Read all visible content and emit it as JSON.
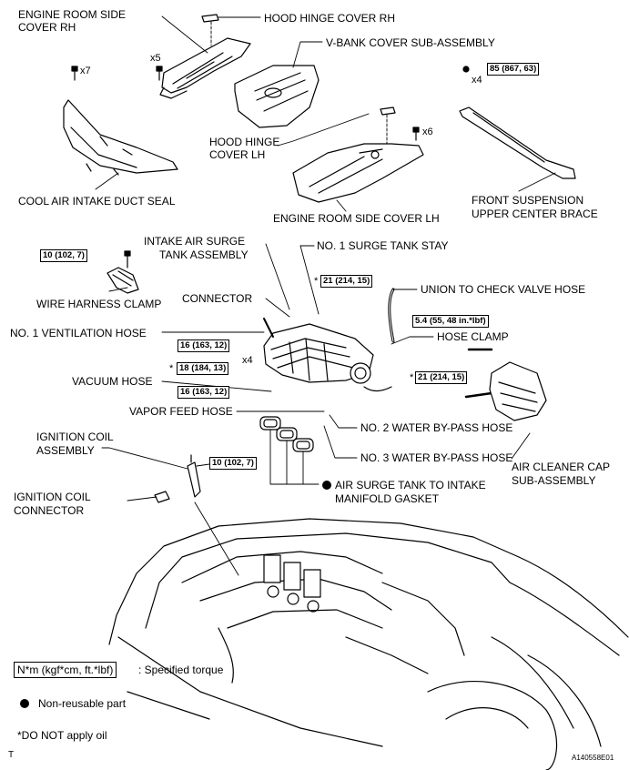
{
  "labels": {
    "engine_room_side_cover_rh_1": "ENGINE ROOM SIDE",
    "engine_room_side_cover_rh_2": "COVER RH",
    "hood_hinge_cover_rh": "HOOD HINGE COVER RH",
    "v_bank_cover": "V-BANK COVER SUB-ASSEMBLY",
    "hood_hinge_cover_lh_1": "HOOD HINGE",
    "hood_hinge_cover_lh_2": "COVER LH",
    "cool_air_intake_duct_seal": "COOL AIR INTAKE DUCT SEAL",
    "engine_room_side_cover_lh": "ENGINE ROOM SIDE COVER LH",
    "front_suspension_brace_1": "FRONT SUSPENSION",
    "front_suspension_brace_2": "UPPER CENTER BRACE",
    "intake_air_surge_tank_1": "INTAKE AIR SURGE",
    "intake_air_surge_tank_2": "TANK ASSEMBLY",
    "no1_surge_tank_stay": "NO. 1 SURGE TANK STAY",
    "wire_harness_clamp": "WIRE HARNESS CLAMP",
    "connector": "CONNECTOR",
    "union_to_check_valve_hose": "UNION TO CHECK VALVE HOSE",
    "no1_ventilation_hose": "NO. 1 VENTILATION HOSE",
    "hose_clamp": "HOSE CLAMP",
    "vacuum_hose": "VACUUM HOSE",
    "vapor_feed_hose": "VAPOR FEED HOSE",
    "no2_water_bypass_hose": "NO. 2 WATER BY-PASS HOSE",
    "no3_water_bypass_hose": "NO. 3 WATER BY-PASS HOSE",
    "ignition_coil_assembly_1": "IGNITION COIL",
    "ignition_coil_assembly_2": "ASSEMBLY",
    "ignition_coil_connector_1": "IGNITION COIL",
    "ignition_coil_connector_2": "CONNECTOR",
    "gasket_1": "AIR SURGE TANK TO INTAKE",
    "gasket_2": "MANIFOLD GASKET",
    "air_cleaner_cap_1": "AIR CLEANER CAP",
    "air_cleaner_cap_2": "SUB-ASSEMBLY"
  },
  "torques": {
    "brace": "85 (867, 63)",
    "wire_clamp": "10 (102, 7)",
    "stay": "21 (214, 15)",
    "hose_clamp": "5.4 (55, 48 in.*lbf)",
    "ventilation": "16 (163, 12)",
    "vacuum": "18 (184, 13)",
    "vapor": "16 (163, 12)",
    "check_valve": "21 (214, 15)",
    "ignition": "10 (102, 7)"
  },
  "quantities": {
    "cool_air": "x7",
    "cover_rh": "x5",
    "cover_lh": "x6",
    "brace": "x4",
    "vacuum": "x4"
  },
  "markers": {
    "no_oil": "*"
  },
  "legend": {
    "torque_box": "N*m (kgf*cm, ft.*lbf)",
    "torque_desc": ": Specified torque",
    "non_reusable": "Non-reusable part",
    "no_oil": "*DO NOT apply oil"
  },
  "footer": {
    "corner_mark": "T",
    "figure_id": "A140558E01"
  }
}
